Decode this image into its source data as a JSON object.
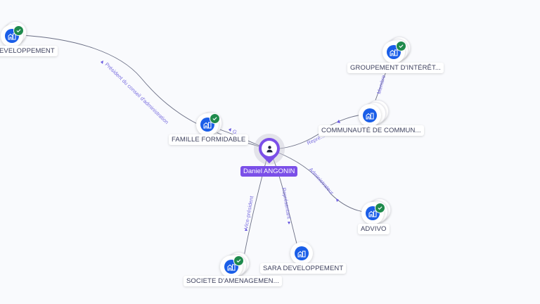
{
  "center": {
    "name": "Daniel ANGONIN",
    "icon": "person-icon",
    "color": "#7b4fe8"
  },
  "companies": [
    {
      "id": "dev",
      "label": "DEVELOPPEMENT",
      "verified": true,
      "icon": "company-building-icon"
    },
    {
      "id": "famille",
      "label": "FAMILLE FORMIDABLE",
      "verified": true,
      "icon": "company-building-icon"
    },
    {
      "id": "groupement",
      "label": "GROUPEMENT D'INTÉRÊT...",
      "verified": true,
      "icon": "company-building-icon"
    },
    {
      "id": "communaute",
      "label": "COMMUNAUTÉ DE COMMUN...",
      "verified": false,
      "icon": "company-building-icon"
    },
    {
      "id": "advivo",
      "label": "ADVIVO",
      "verified": true,
      "icon": "company-building-icon"
    },
    {
      "id": "sara",
      "label": "SARA DEVELOPPEMENT",
      "verified": false,
      "icon": "company-building-icon"
    },
    {
      "id": "societe",
      "label": "SOCIETE D'AMENAGEMEN...",
      "verified": true,
      "icon": "company-building-icon"
    }
  ],
  "edges": [
    {
      "from": "center",
      "to": "dev",
      "label": "Président du conseil d'administration"
    },
    {
      "from": "center",
      "to": "famille",
      "label": "G..."
    },
    {
      "from": "center",
      "to": "communaute",
      "label": "Repré..."
    },
    {
      "from": "communaute",
      "to": "groupement",
      "label": "Membre"
    },
    {
      "from": "center",
      "to": "advivo",
      "label": "Administrateur"
    },
    {
      "from": "center",
      "to": "sara",
      "label": "Représentant"
    },
    {
      "from": "center",
      "to": "societe",
      "label": "Vice-président"
    }
  ],
  "colors": {
    "company_icon": "#1a5ee8",
    "verified_badge": "#1f8a4c",
    "edge": "#6b6f85",
    "edge_label": "#7b6fe0"
  }
}
